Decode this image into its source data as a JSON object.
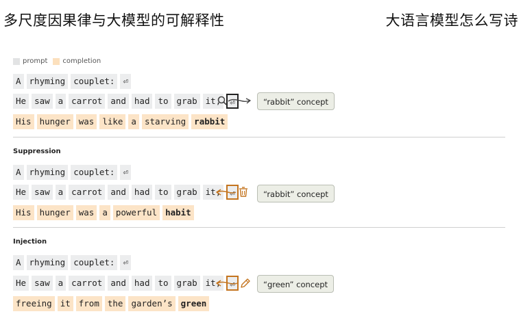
{
  "header": {
    "title_left": "多尺度因果律与大模型的可解释性",
    "title_right": "大语言模型怎么写诗"
  },
  "legend": {
    "prompt": "prompt",
    "completion": "completion"
  },
  "colors": {
    "prompt": "#ecedee",
    "completion": "#fce4c7",
    "accent": "#c4741e",
    "concept_bg": "#eceee6"
  },
  "sections": {
    "original": {
      "line1": [
        "A",
        "rhyming",
        "couplet:",
        "⏎"
      ],
      "line2": [
        "He",
        "saw",
        "a",
        "carrot",
        "and",
        "had",
        "to",
        "grab",
        "it,",
        "⏎"
      ],
      "line3": [
        "His",
        "hunger",
        "was",
        "like",
        "a",
        "starving",
        "rabbit"
      ],
      "concept": "“rabbit” concept",
      "icon": "magnifier-icon"
    },
    "suppression": {
      "title": "Suppression",
      "line1": [
        "A",
        "rhyming",
        "couplet:",
        "⏎"
      ],
      "line2": [
        "He",
        "saw",
        "a",
        "carrot",
        "and",
        "had",
        "to",
        "grab",
        "it,",
        "⏎"
      ],
      "line3": [
        "His",
        "hunger",
        "was",
        "a",
        "powerful",
        "habit"
      ],
      "concept": "“rabbit” concept",
      "icon": "trash-icon"
    },
    "injection": {
      "title": "Injection",
      "line1": [
        "A",
        "rhyming",
        "couplet:",
        "⏎"
      ],
      "line2": [
        "He",
        "saw",
        "a",
        "carrot",
        "and",
        "had",
        "to",
        "grab",
        "it,",
        "⏎"
      ],
      "line3": [
        "freeing",
        "it",
        "from",
        "the",
        "garden’s",
        "green"
      ],
      "concept": "“green” concept",
      "icon": "pencil-icon"
    }
  }
}
